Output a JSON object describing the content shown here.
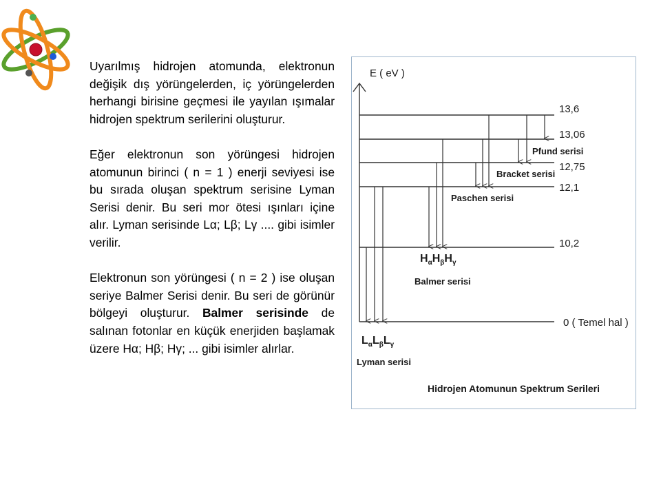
{
  "text": {
    "p1": "Uyarılmış hidrojen atomunda, elektronun değişik dış yörüngelerden, iç yörüngelerden herhangi birisine geçmesi ile yayılan ışımalar hidrojen spektrum serilerini oluşturur.",
    "p2": "Eğer elektronun son yörüngesi hidrojen atomunun birinci ( n = 1 ) enerji seviyesi ise bu sırada oluşan spektrum serisine Lyman Serisi denir. Bu seri mor ötesi ışınları içine alır. Lyman serisinde Lα; Lβ; Lγ .... gibi isimler verilir.",
    "p3_a": "Elektronun son yörüngesi ( n = 2 ) ise oluşan seriye Balmer Serisi denir. Bu seri de görünür bölgeyi oluşturur.",
    "p3_bold": "Balmer serisinde",
    "p3_b": "de salınan fotonlar en küçük enerjiden başlamak üzere Hα; Hβ; Hγ; ... gibi isimler alırlar."
  },
  "diagram": {
    "axis_label": "E ( eV )",
    "levels": [
      {
        "label": "13,6",
        "value": 13.6
      },
      {
        "label": "13,06",
        "value": 13.06
      },
      {
        "label": "12,75",
        "value": 12.75
      },
      {
        "label": "12,1",
        "value": 12.1
      },
      {
        "label": "10,2",
        "value": 10.2
      },
      {
        "label": "0 ( Temel hal )",
        "value": 0
      }
    ],
    "series": {
      "pfund": "Pfund serisi",
      "bracket": "Bracket serisi",
      "paschen": "Paschen serisi",
      "balmer": "Balmer serisi",
      "lyman": "Lyman serisi"
    },
    "balmer_letter": "H",
    "lyman_letter": "L",
    "sub_alpha": "α",
    "sub_beta": "β",
    "sub_gamma": "γ",
    "caption": "Hidrojen Atomunun Spektrum Serileri"
  },
  "colors": {
    "frame_border": "#9fb6cc",
    "logo_orange": "#f08a1c",
    "logo_green": "#5aa02c",
    "logo_nucleus": "#c8102e"
  }
}
